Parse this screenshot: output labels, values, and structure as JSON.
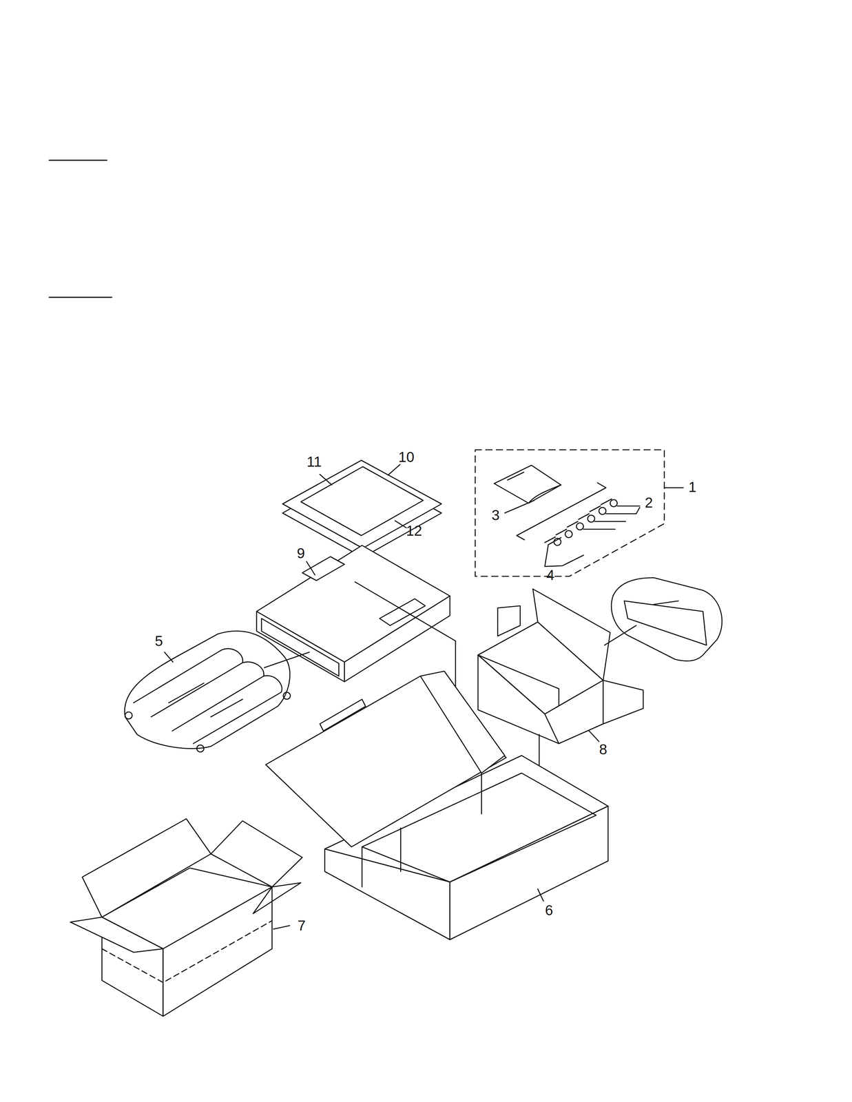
{
  "diagram": {
    "labels": [
      "11",
      "10",
      "1",
      "3",
      "2",
      "12",
      "9",
      "4",
      "5",
      "8",
      "7",
      "6"
    ]
  }
}
